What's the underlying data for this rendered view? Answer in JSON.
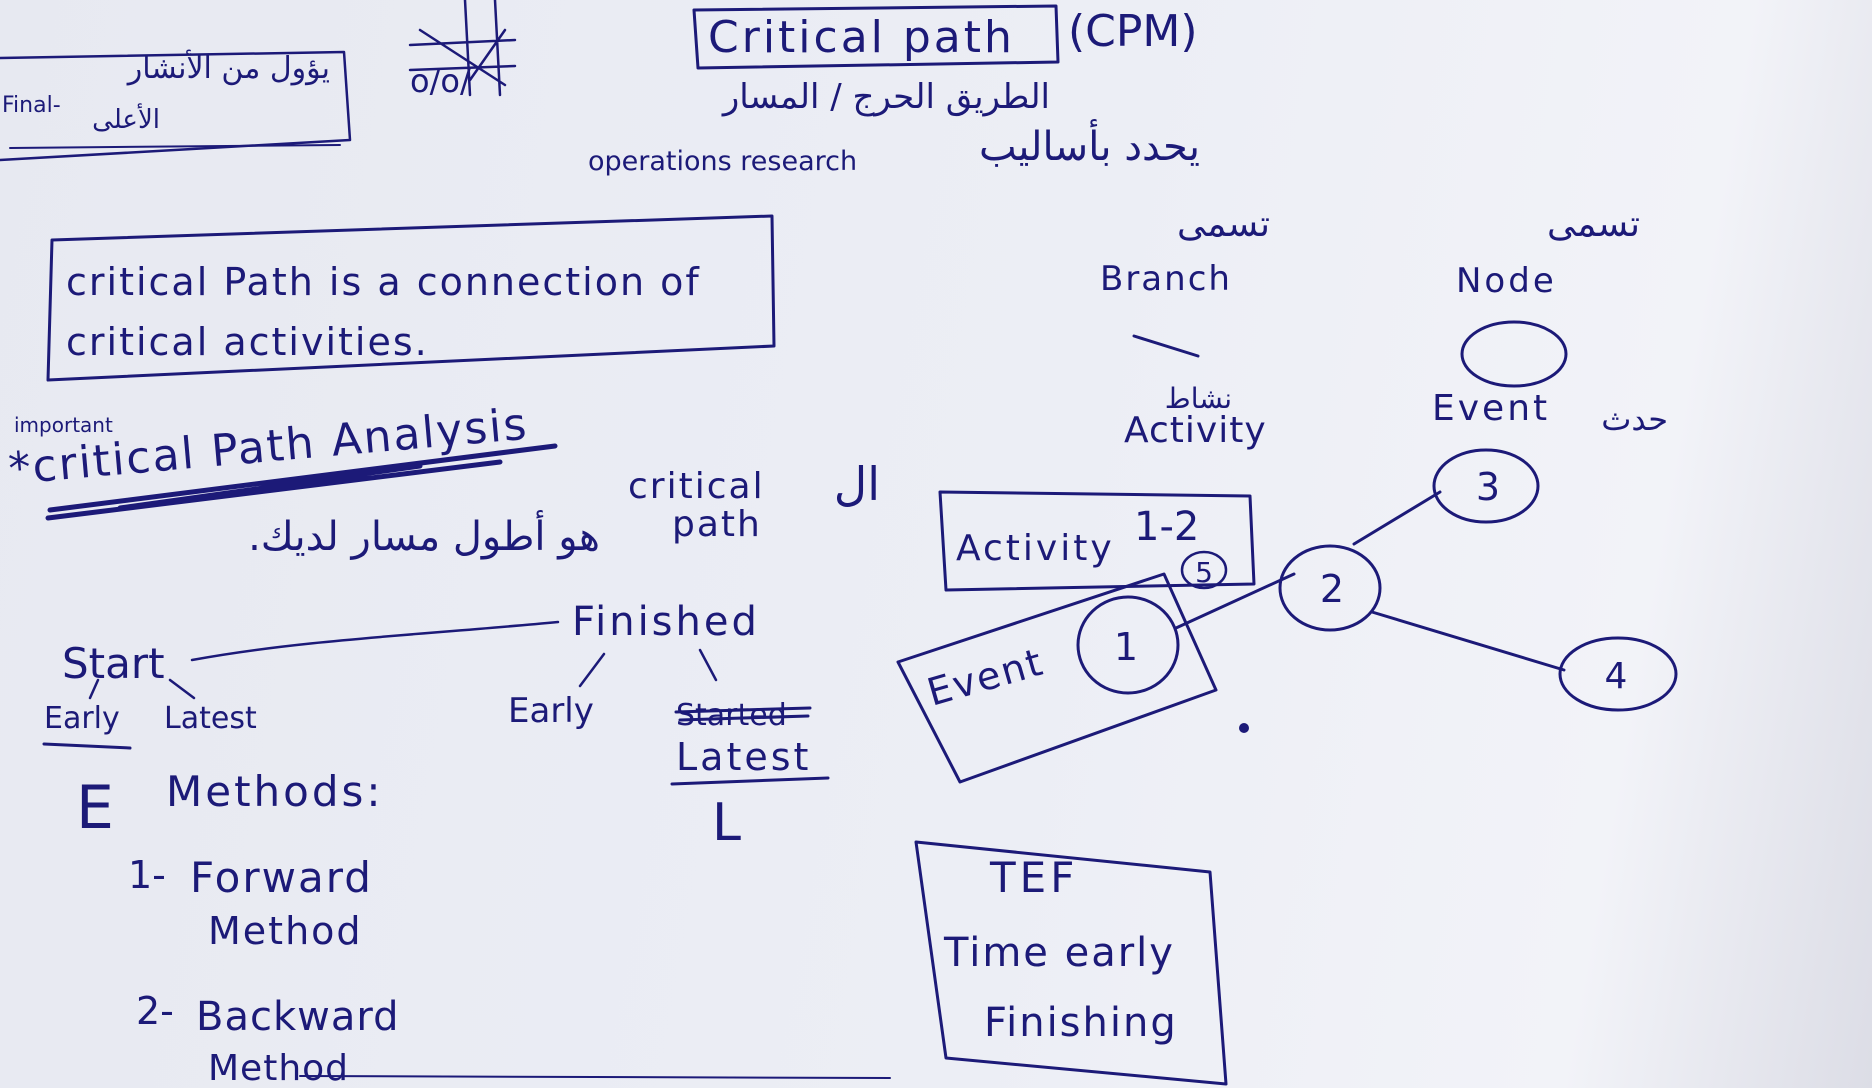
{
  "header": {
    "title": "Critical path",
    "title_suffix": "(CPM)",
    "arabic_line1": "الطريق الحرج / المسار",
    "arabic_line2": "يحدد بأساليب",
    "operations_research": "operations research",
    "corner_arabic_1": "يؤول من الأنشار",
    "corner_arabic_2": "الأعلى",
    "corner_final": "Final-",
    "tictactoe": "o/o/"
  },
  "definition": {
    "line1": "critical Path is a connection of",
    "line2": "critical activities."
  },
  "analysis": {
    "important": "important",
    "heading": "*critical Path Analysis",
    "critical": "critical",
    "path": "path",
    "al": "ال",
    "arabic": "هو أطول مسار لديك."
  },
  "timeline": {
    "start": "Start",
    "finished": "Finished",
    "early_start": "Early",
    "latest_start": "Latest",
    "early_finish": "Early",
    "struck": "Started",
    "latest_finish": "Latest",
    "e": "E",
    "l": "L"
  },
  "methods": {
    "title": "Methods:",
    "items": [
      {
        "num": "1-",
        "line1": "Forward",
        "line2": "Method"
      },
      {
        "num": "2-",
        "line1": "Backward",
        "line2": "Method"
      }
    ]
  },
  "legend": {
    "branch_ar": "تسمى",
    "branch": "Branch",
    "node_ar": "تسمى",
    "node": "Node",
    "activity_ar": "نشاط",
    "activity": "Activity",
    "event": "Event",
    "event_ar": "حدث"
  },
  "network": {
    "activity_label": "Activity",
    "activity_id": "1-2",
    "activity_duration": "5",
    "event_label": "Event",
    "nodes": [
      "1",
      "2",
      "3",
      "4"
    ]
  },
  "tef": {
    "abbr": "TEF",
    "line1": "Time early",
    "line2": "Finishing"
  }
}
